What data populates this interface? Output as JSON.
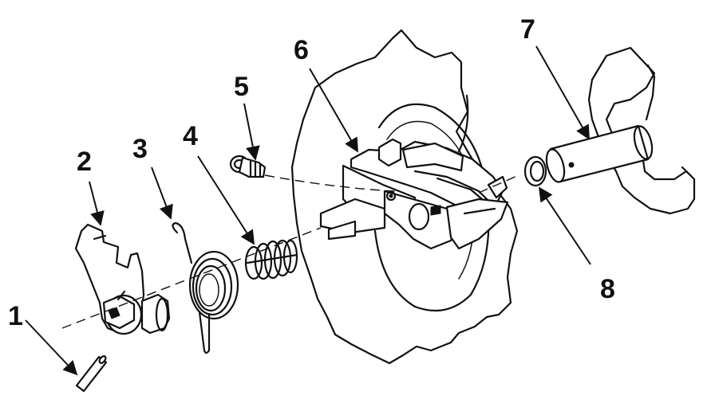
{
  "diagram": {
    "callouts": [
      "1",
      "2",
      "3",
      "4",
      "5",
      "6",
      "7",
      "8"
    ]
  },
  "colors": {
    "ink": "#111111",
    "paper": "#ffffff"
  }
}
